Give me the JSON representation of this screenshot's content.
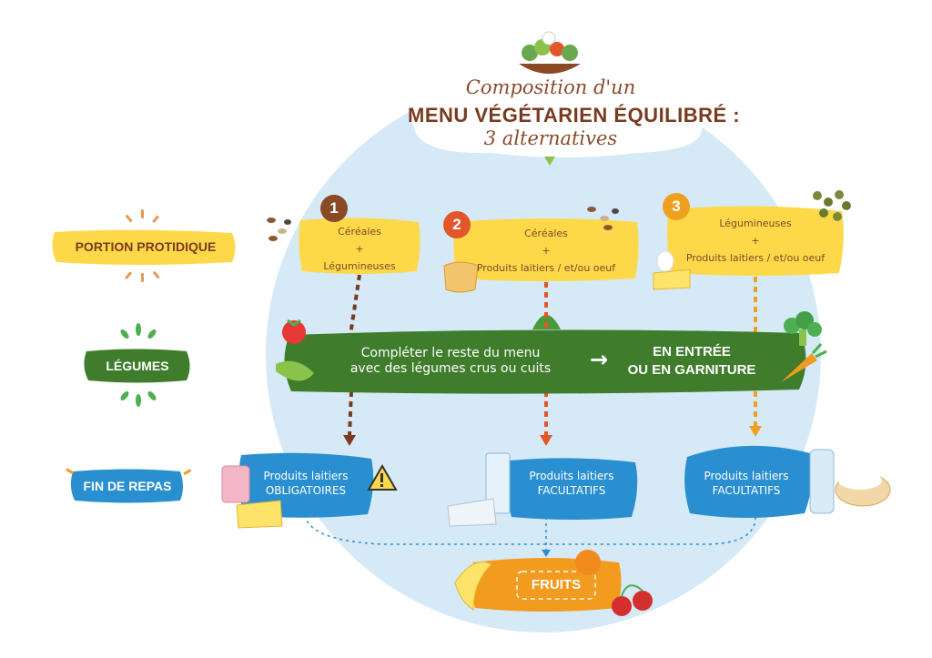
{
  "title": {
    "line1": "Composition d'un",
    "line2": "MENU VÉGÉTARIEN ÉQUILIBRÉ :",
    "line3": "3 alternatives"
  },
  "rows": {
    "protein": "PORTION PROTIDIQUE",
    "vegetables": "LÉGUMES",
    "dessert": "FIN DE REPAS"
  },
  "options": [
    {
      "number": "1",
      "line1": "Céréales",
      "plus": "+",
      "line2": "Légumineuses",
      "color": "#8a4a26"
    },
    {
      "number": "2",
      "line1": "Céréales",
      "plus": "+",
      "line2": "Produits laitiers / et/ou oeuf",
      "color": "#e2562a"
    },
    {
      "number": "3",
      "line1": "Légumineuses",
      "plus": "+",
      "line2": "Produits laitiers / et/ou oeuf",
      "color": "#f0a020"
    }
  ],
  "vegetables": {
    "text_line1": "Compléter le reste du menu",
    "text_line2": "avec des légumes crus ou cuits",
    "arrow": "→",
    "strong_line1": "EN ENTRÉE",
    "strong_line2": "OU EN GARNITURE"
  },
  "dairy": [
    {
      "line1": "Produits laitiers",
      "line2": "OBLIGATOIRES"
    },
    {
      "line1": "Produits laitiers",
      "line2": "FACULTATIFS"
    },
    {
      "line1": "Produits laitiers",
      "line2": "FACULTATIFS"
    }
  ],
  "fruits": "FRUITS",
  "colors": {
    "circle": "#d6e9f6",
    "yellow": "#fdd94a",
    "green": "#3f7d2c",
    "blue": "#2a8fd0",
    "orange": "#f29b1e",
    "brown": "#7a3a1e"
  }
}
